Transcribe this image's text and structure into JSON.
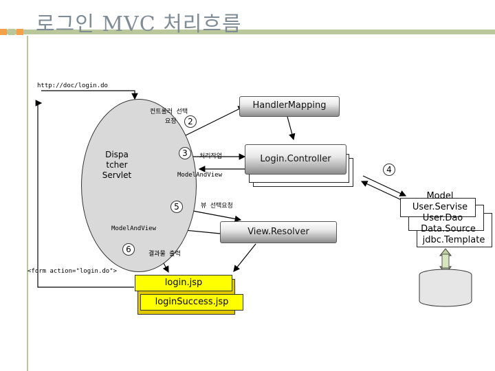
{
  "title": "로그인 MVC 처리흐름",
  "url": "http://doc/login.do",
  "labels": {
    "controller_select_line1": "컨트롤러 선택",
    "controller_select_line2": "요청",
    "process_request": "처리작업",
    "mav_top": "ModelAndView",
    "view_select": "뷰 선택요청",
    "mav_bottom": "ModelAndView",
    "result_output": "결과물 출력",
    "form_tag": "<form  action=\"login.do\">"
  },
  "nodes": {
    "dispatcher": "Dispa\ntcher\nServlet",
    "handler_mapping": "HandlerMapping",
    "login_controller": "Login.Controller",
    "view_resolver": "View.Resolver",
    "jsp1": "login.jsp",
    "jsp2": "loginSuccess.jsp",
    "model_title": "Model",
    "model_items": [
      "User.Servise",
      "User.Dao",
      "Data.Source",
      "jdbc.Template"
    ]
  },
  "steps": [
    "2",
    "3",
    "4",
    "5",
    "6"
  ]
}
